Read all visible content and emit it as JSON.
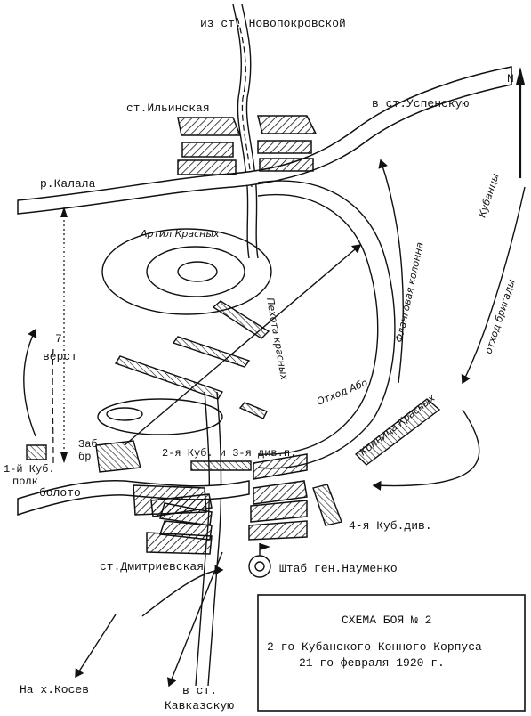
{
  "places": {
    "north_road": "из ст. Новопокровской",
    "ilinskaya": "ст.Ильинская",
    "uspenskaya": "в ст.Успенскую",
    "river": "р.Калала",
    "dmitrievskaya": "ст.Дмитриевская",
    "kavkazskaya_1": "в ст.",
    "kavkazskaya_2": "Кавказскую",
    "kh_kosev": "На х.Косев",
    "swamp": "болото",
    "north_arrow": "N",
    "versts_num": "7",
    "versts_word": "верст"
  },
  "units": {
    "artillery_reds": "Артил.Красных",
    "reds_infantry": "Пехота красных",
    "flank_column": "Фланговая колонна",
    "kuban_left": "Кубанцы",
    "brigade_retreat": "отход бригады",
    "retreat": "Отход Або",
    "reds_cavalry": "Конница Красных",
    "first_kub_1": "1-й Куб.",
    "first_kub_2": "полк",
    "zab_1": "Заб",
    "zab_2": "бр",
    "kub_divs": "2-я Куб. и 3-я див.п.",
    "fourth_kub": "4-я Куб.див.",
    "hq": "Штаб ген.Науменко"
  },
  "legend": {
    "title": "СХЕМА БОЯ № 2",
    "line1": "2-го Кубанского Конного Корпуса",
    "line2": "21-го февраля 1920 г."
  }
}
